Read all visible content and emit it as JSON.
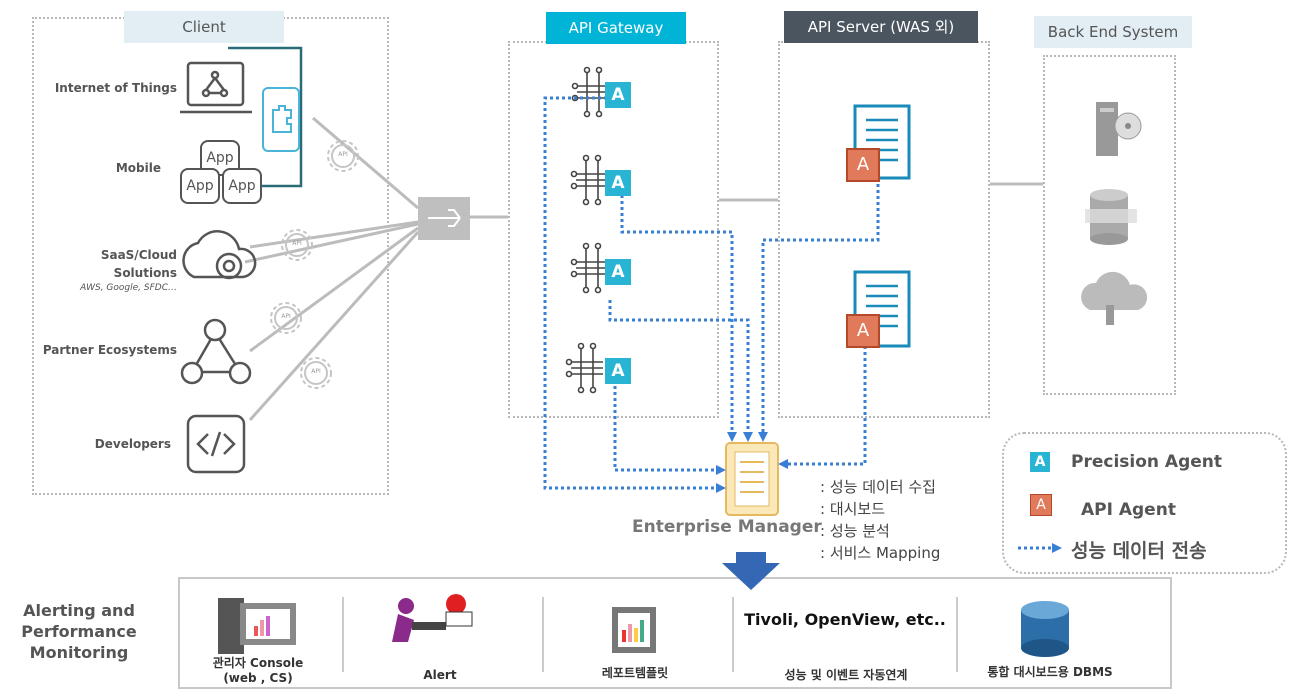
{
  "headers": {
    "client": "Client",
    "gateway": "API Gateway",
    "server": "API Server (WAS 외)",
    "backend": "Back End System"
  },
  "clients": [
    {
      "label": "Internet of Things"
    },
    {
      "label": "Mobile"
    },
    {
      "label": "SaaS/Cloud\nSolutions"
    },
    {
      "label": "Partner Ecosystems"
    },
    {
      "label": "Developers"
    }
  ],
  "saas_sub": "AWS, Google, SFDC…",
  "app_label": "App",
  "api_label": "API",
  "agent_letter": "A",
  "enterprise_manager": "Enterprise Manager",
  "em_features": [
    ": 성능 데이터 수집",
    ": 대시보드",
    ": 성능 분석",
    ": 서비스 Mapping"
  ],
  "legend": {
    "precision": "Precision Agent",
    "api": "API Agent",
    "transfer": "성능 데이터 전송"
  },
  "alerting_title": "Alerting and\nPerformance\nMonitoring",
  "bottom": {
    "console": "관리자 Console\n(web , CS)",
    "alert": "Alert",
    "report": "레포트템플릿",
    "tivoli": "Tivoli, OpenView, etc..",
    "tivoli_sub": "성능 및 이벤트 자동연계",
    "dbms": "통합 대시보드용 DBMS"
  },
  "colors": {
    "gateway_header": "#00b4d8",
    "server_header": "#4a5560",
    "client_header": "#e2eef3",
    "backend_header": "#e2eef3",
    "precision_agent": "#2ab4d4",
    "api_agent": "#e07a5a",
    "flow": "#3a7fd6",
    "server_doc": "#1a8aba",
    "arrow_down": "#3468b5"
  }
}
